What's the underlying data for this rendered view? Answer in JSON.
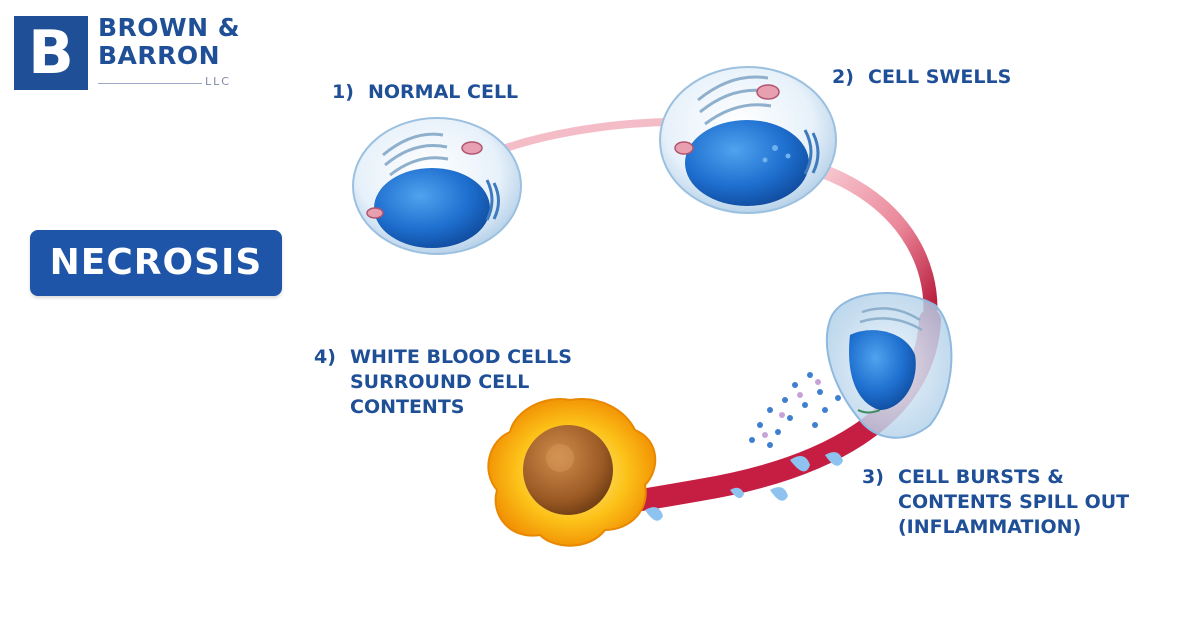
{
  "logo": {
    "letter": "B",
    "line1": "BROWN &",
    "line2": "BARRON",
    "suffix": "LLC"
  },
  "title": "NECROSIS",
  "steps": [
    {
      "number": "1)",
      "lines": [
        "NORMAL CELL"
      ]
    },
    {
      "number": "2)",
      "lines": [
        "CELL SWELLS"
      ]
    },
    {
      "number": "3)",
      "lines": [
        "CELL BURSTS &",
        "CONTENTS SPILL OUT",
        "(INFLAMMATION)"
      ]
    },
    {
      "number": "4)",
      "lines": [
        "WHITE BLOOD CELLS",
        "SURROUND CELL",
        "CONTENTS"
      ]
    }
  ],
  "colors": {
    "brand_blue": "#1f4f96",
    "badge_blue": "#1f55a8",
    "nucleus_blue": "#1e6fcf",
    "pathway_pink": "#f2b4bf",
    "pathway_red": "#b51537",
    "wbc_orange": "#f5a800",
    "wbc_core": "#9b5a24"
  }
}
